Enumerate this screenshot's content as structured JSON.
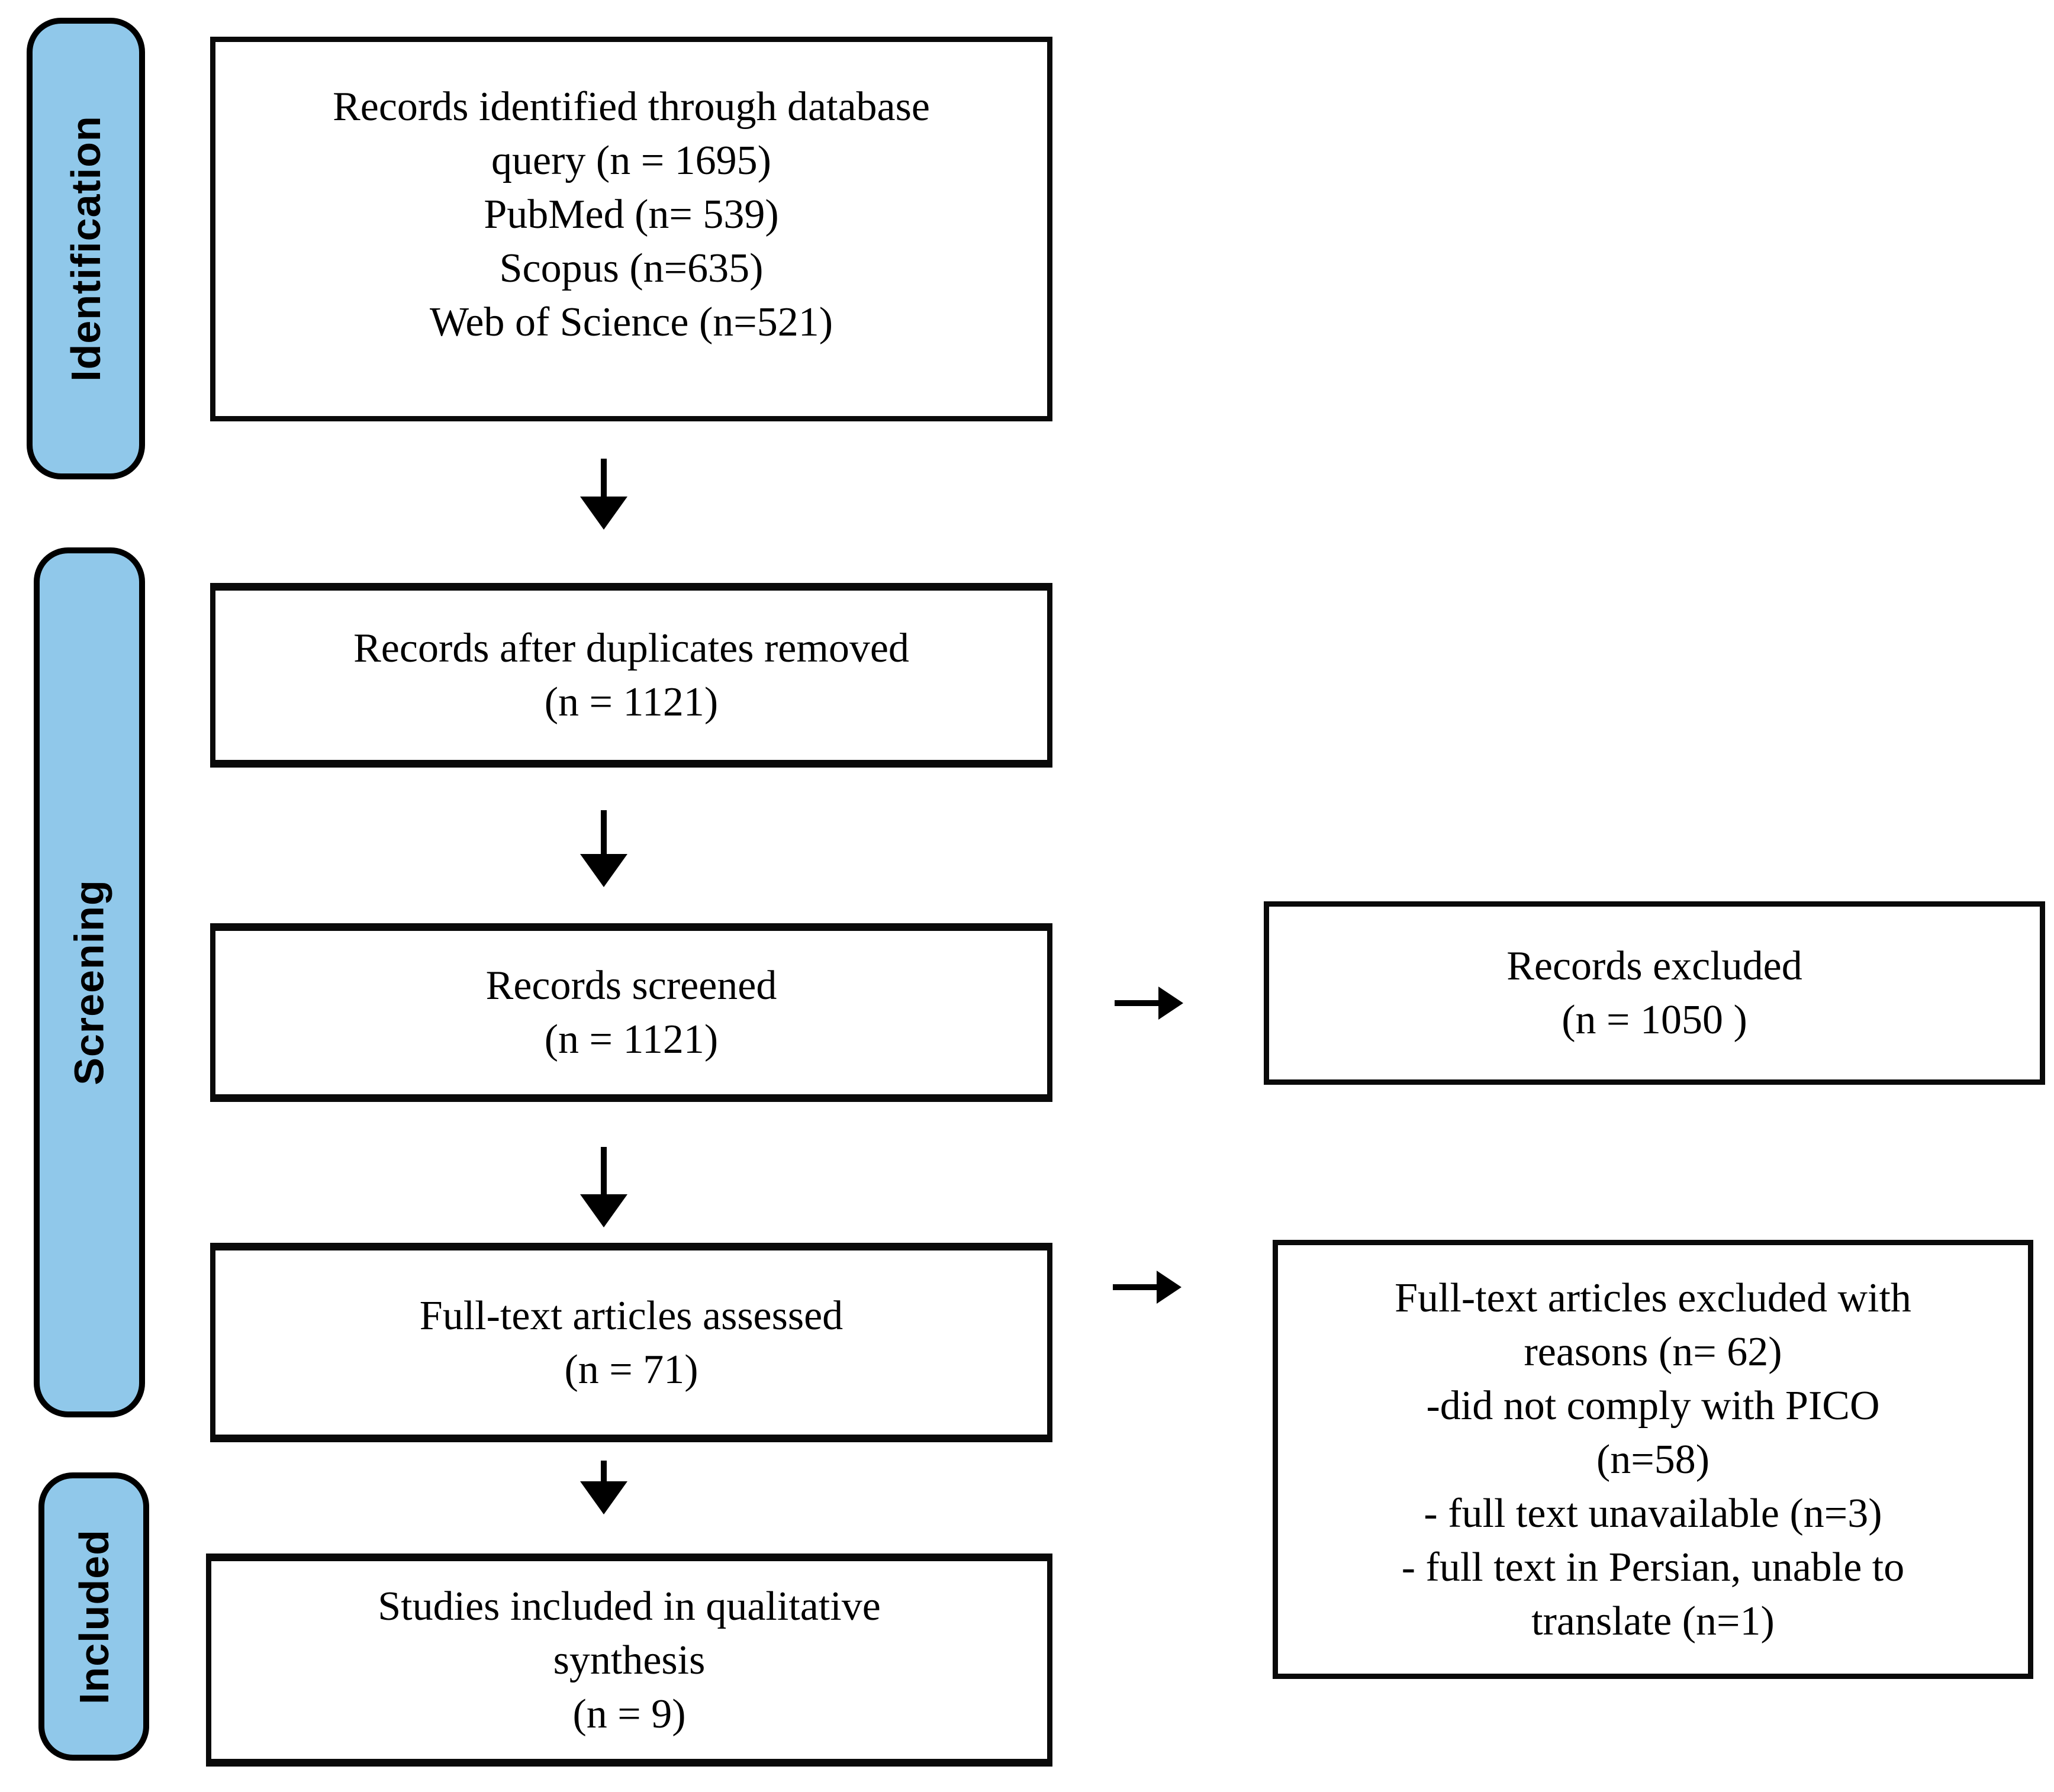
{
  "figure": {
    "type": "prisma-flow-diagram",
    "colors": {
      "stage_pill_fill": "#90C8EA",
      "line_color": "#000000",
      "box_fill": "#FFFFFF"
    }
  },
  "stages": {
    "identification": "Identification",
    "screening": "Screening",
    "included": "Included"
  },
  "flow": {
    "identified": {
      "lines": [
        "Records identified through database",
        "query (n = 1695)",
        "PubMed (n= 539)",
        "Scopus (n=635)",
        "Web of Science (n=521)"
      ]
    },
    "deduplicated": {
      "lines": [
        "Records after duplicates removed",
        "(n = 1121)"
      ]
    },
    "screened": {
      "lines": [
        "Records screened",
        "(n = 1121)"
      ]
    },
    "fulltext_assessed": {
      "lines": [
        "Full-text articles assessed",
        "(n = 71)"
      ]
    },
    "included_synthesis": {
      "lines": [
        "Studies included in qualitative",
        "synthesis",
        "(n = 9)"
      ]
    }
  },
  "excluded": {
    "records_excluded": {
      "lines": [
        "Records excluded",
        "(n = 1050 )"
      ]
    },
    "fulltext_excluded": {
      "lines": [
        "Full-text articles excluded with",
        "reasons (n= 62)",
        "-did not comply with PICO",
        "(n=58)",
        "- full text unavailable (n=3)",
        "- full text in Persian, unable to",
        "translate (n=1)"
      ]
    }
  }
}
